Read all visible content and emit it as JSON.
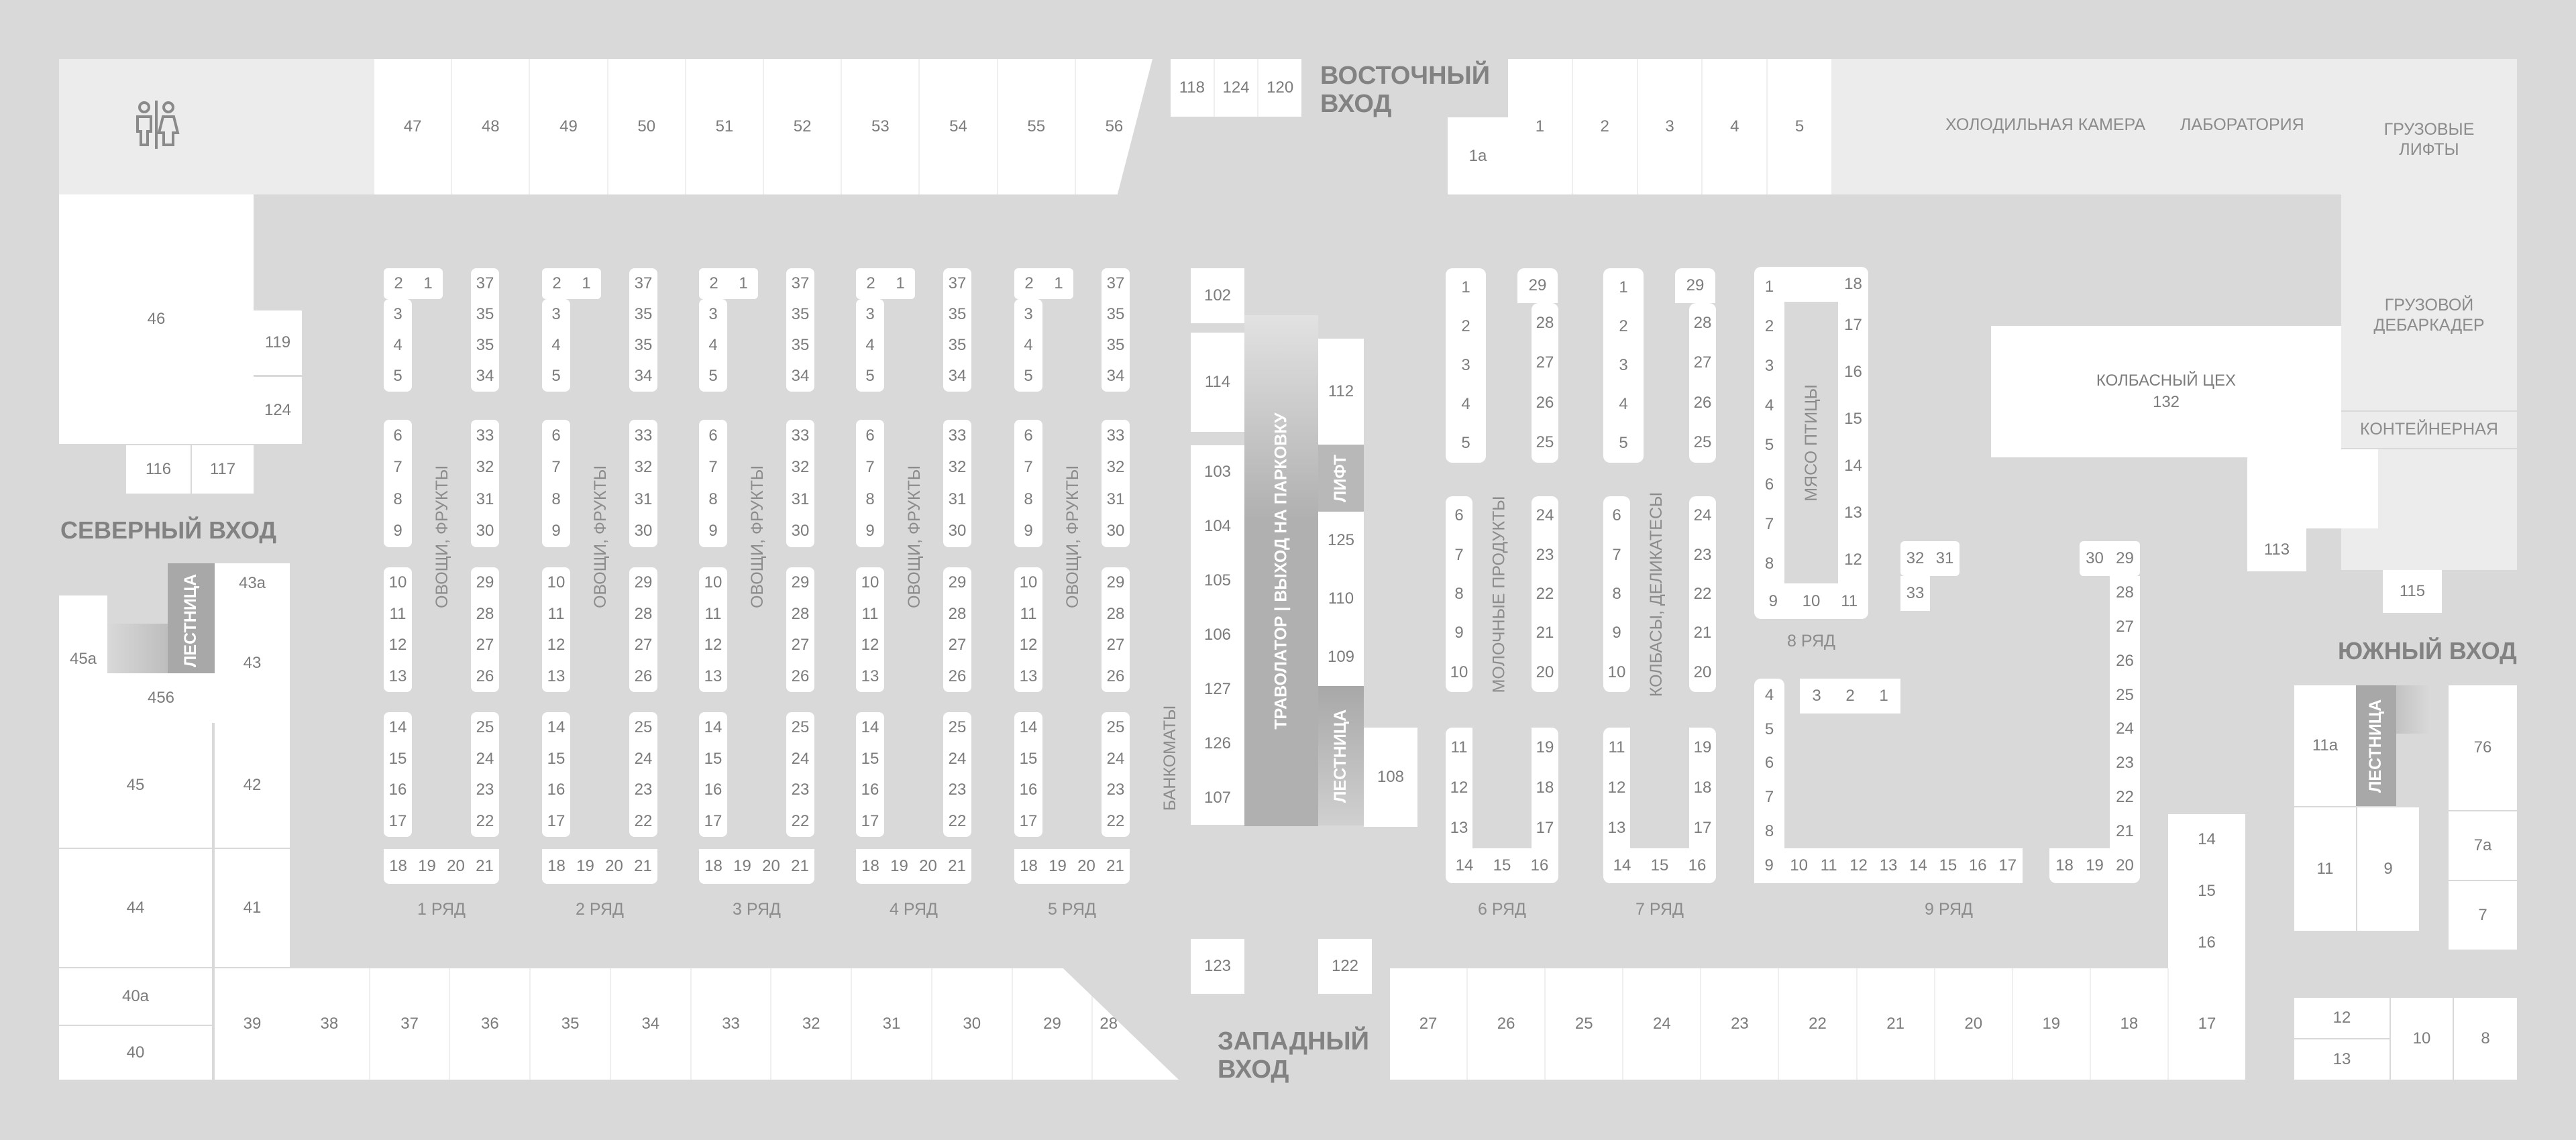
{
  "entrances": {
    "east": "ВОСТОЧНЫЙ\nВХОД",
    "north": "СЕВЕРНЫЙ ВХОД",
    "south": "ЮЖНЫЙ ВХОД",
    "west": "ЗАПАДНЫЙ\nВХОД"
  },
  "facilities": {
    "cold_room": "ХОЛОДИЛЬНАЯ КАМЕРА",
    "lab": "ЛАБОРАТОРИЯ",
    "freight_lifts": "ГРУЗОВЫЕ\nЛИФТЫ",
    "freight_dock": "ГРУЗОВОЙ\nДЕБАРКАДЕР",
    "container": "КОНТЕЙНЕРНАЯ",
    "sausage_shop": "КОЛБАСНЫЙ ЦЕХ",
    "sausage_shop_num": "132",
    "stairs": "ЛЕСТНИЦА",
    "lift": "ЛИФТ",
    "travelator": "ТРАВОЛАТОР | ВЫХОД НА ПАРКОВКУ",
    "atms": "БАНКОМАТЫ",
    "restroom_icon": "restroom-icon"
  },
  "top_stalls": [
    "47",
    "48",
    "49",
    "50",
    "51",
    "52",
    "53",
    "54",
    "55",
    "56"
  ],
  "top_small": [
    "118",
    "124",
    "120"
  ],
  "top_east": [
    "1а",
    "1",
    "2",
    "3",
    "4",
    "5"
  ],
  "left_block": {
    "s46": "46",
    "s119": "119",
    "s124": "124",
    "s116": "116",
    "s117": "117"
  },
  "west_col": {
    "s45a": "45а",
    "s456": "456",
    "s43a": "43а",
    "s43": "43",
    "s45": "45",
    "s42": "42",
    "s44": "44",
    "s41": "41",
    "s40a": "40а",
    "s40": "40",
    "s39": "39"
  },
  "bottom_left": [
    "38",
    "37",
    "36",
    "35",
    "34",
    "33",
    "32",
    "31",
    "30",
    "29",
    "28"
  ],
  "bottom_right": [
    "27",
    "26",
    "25",
    "24",
    "23",
    "22",
    "21",
    "20",
    "19",
    "18",
    "17"
  ],
  "produce_row": {
    "label": "ОВОЩИ, ФРУКТЫ",
    "left_top": [
      "2",
      "1"
    ],
    "left_a": [
      "3",
      "4",
      "5"
    ],
    "left_b": [
      "6",
      "7",
      "8",
      "9"
    ],
    "left_c": [
      "10",
      "11",
      "12",
      "13"
    ],
    "left_d": [
      "14",
      "15",
      "16",
      "17"
    ],
    "bottom": [
      "18",
      "19",
      "20",
      "21"
    ],
    "right_a": [
      "37",
      "35",
      "35",
      "34"
    ],
    "right_b": [
      "33",
      "32",
      "31",
      "30"
    ],
    "right_c": [
      "29",
      "28",
      "27",
      "26"
    ],
    "right_d": [
      "25",
      "24",
      "23",
      "22"
    ]
  },
  "row_names": [
    "1 РЯД",
    "2 РЯД",
    "3 РЯД",
    "4 РЯД",
    "5 РЯД",
    "6 РЯД",
    "7 РЯД",
    "8 РЯД",
    "9 РЯД"
  ],
  "center": {
    "s102": "102",
    "s114": "114",
    "s103": "103",
    "s104": "104",
    "s105": "105",
    "s106": "106",
    "s127": "127",
    "s126": "126",
    "s107": "107",
    "s112": "112",
    "s125": "125",
    "s110": "110",
    "s109": "109",
    "s108": "108",
    "s123": "123",
    "s122": "122"
  },
  "row6": {
    "label": "МОЛОЧНЫЕ ПРОДУКТЫ",
    "left_a": [
      "1",
      "2",
      "3",
      "4",
      "5"
    ],
    "left_b": [
      "6",
      "7",
      "8",
      "9",
      "10"
    ],
    "left_c": [
      "11",
      "12",
      "13"
    ],
    "bottom": [
      "14",
      "15",
      "16"
    ],
    "right_top": "29",
    "right_a": [
      "28",
      "27",
      "26",
      "25"
    ],
    "right_b": [
      "24",
      "23",
      "22",
      "21",
      "20"
    ],
    "right_c": [
      "19",
      "18",
      "17"
    ]
  },
  "row7": {
    "label": "КОЛБАСЫ, ДЕЛИКАТЕСЫ",
    "left_a": [
      "1",
      "2",
      "3",
      "4",
      "5"
    ],
    "left_b": [
      "6",
      "7",
      "8",
      "9",
      "10"
    ],
    "left_c": [
      "11",
      "12",
      "13"
    ],
    "bottom": [
      "14",
      "15",
      "16"
    ],
    "right_top": "29",
    "right_a": [
      "28",
      "27",
      "26",
      "25"
    ],
    "right_b": [
      "24",
      "23",
      "22",
      "21",
      "20"
    ],
    "right_c": [
      "19",
      "18",
      "17"
    ]
  },
  "row8": {
    "label": "МЯСО ПТИЦЫ",
    "left": [
      "1",
      "2",
      "3",
      "4",
      "5",
      "6",
      "7",
      "8"
    ],
    "bottom": [
      "9",
      "10",
      "11"
    ],
    "right": [
      "18",
      "17",
      "16",
      "15",
      "14",
      "13",
      "12"
    ]
  },
  "row9": {
    "pair_top": [
      "32",
      "31"
    ],
    "single": "33",
    "top_mid": [
      "3",
      "2",
      "1"
    ],
    "left": [
      "4",
      "5",
      "6",
      "7",
      "8"
    ],
    "bottom": [
      "9",
      "10",
      "11",
      "12",
      "13",
      "14",
      "15",
      "16",
      "17"
    ],
    "br": [
      "18",
      "19",
      "20"
    ],
    "right_top": [
      "30",
      "29"
    ],
    "right": [
      "28",
      "27",
      "26",
      "25",
      "24",
      "23",
      "22",
      "21"
    ],
    "col": [
      "14",
      "15",
      "16"
    ]
  },
  "east_side": {
    "s113": "113",
    "s115": "115"
  },
  "south_block": {
    "s11a": "11а",
    "s76": "76",
    "s7a": "7а",
    "s11": "11",
    "s9": "9",
    "s7": "7",
    "s12": "12",
    "s13": "13",
    "s10": "10",
    "s8": "8"
  }
}
